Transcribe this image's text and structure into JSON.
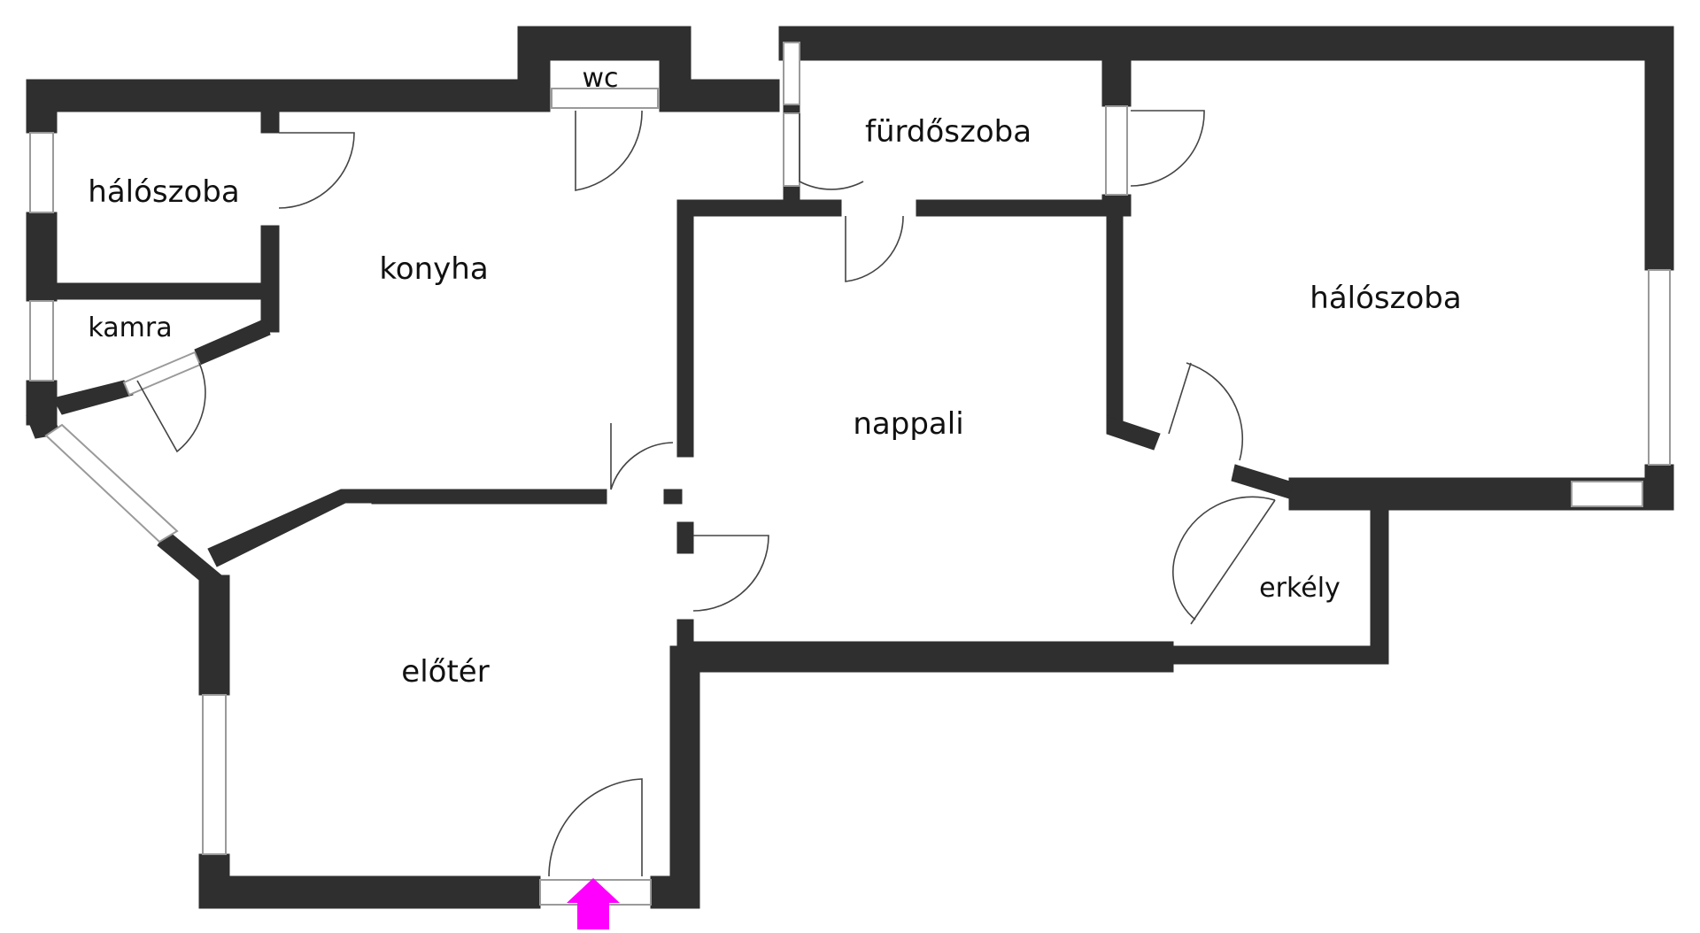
{
  "floorplan": {
    "rooms": {
      "wc": "wc",
      "bathroom": "fürdőszoba",
      "bedroom_left": "hálószoba",
      "kitchen": "konyha",
      "pantry": "kamra",
      "bedroom_right": "hálószoba",
      "living": "nappali",
      "hall": "előtér",
      "balcony": "erkély"
    },
    "colors": {
      "wall": "#2f2f2f",
      "window": "#9a9a9a",
      "door": "#444444",
      "entrance_arrow": "#ff00ff"
    },
    "icons": {
      "entrance": "entrance-arrow-icon"
    }
  }
}
